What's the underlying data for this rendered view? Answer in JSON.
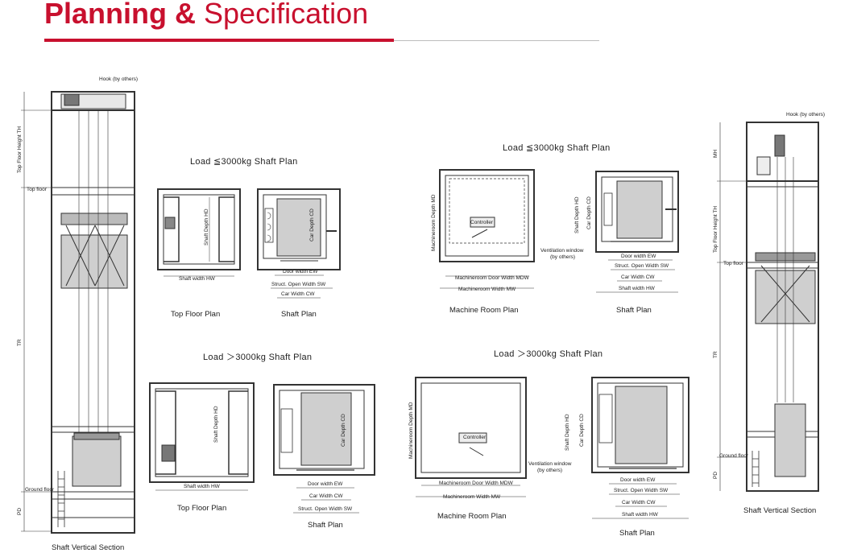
{
  "header": {
    "title_bold": "Planning &",
    "title_light": "Specification"
  },
  "colors": {
    "accent": "#c8102e",
    "line": "#333333",
    "fill": "#c8c8c8"
  },
  "left_section": {
    "hook": "Hook (by others)",
    "th": "Top Floor Height  TH",
    "top_floor": "Top floor",
    "tr": "TR",
    "ground_floor": "Ground floor",
    "pd": "PD",
    "caption": "Shaft Vertical Section"
  },
  "right_section": {
    "hook": "Hook (by others)",
    "mh": "MH",
    "th": "Top Floor Height  TH",
    "top_floor": "Top floor",
    "tr": "TR",
    "ground_floor": "Ground floor",
    "pd": "PD",
    "caption": "Shaft Vertical Section"
  },
  "heading_le_left": "Load ≦3000kg Shaft Plan",
  "heading_le_right": "Load ≦3000kg Shaft Plan",
  "heading_gt_left": "Load ＞3000kg Shaft Plan",
  "heading_gt_right": "Load ＞3000kg Shaft Plan",
  "labels": {
    "shaft_depth_hd": "Shaft Depth HD",
    "shaft_width_hw": "Shaft width HW",
    "car_depth_cd": "Car Depth CD",
    "door_width_ew": "Door width EW",
    "struct_open_width_sw": "Struct. Open Width SW",
    "car_width_cw": "Car Width CW",
    "machineroom_depth_md": "Machineroom Depth MD",
    "controller": "Controller",
    "ventilation_window": "Ventilation window",
    "by_others": "(by others)",
    "machineroom_door_width_mdw": "Machineroom Door Width MDW",
    "machineroom_width_mw": "Machineroom Width MW"
  },
  "captions": {
    "top_floor_plan": "Top Floor Plan",
    "shaft_plan": "Shaft Plan",
    "machine_room_plan": "Machine Room Plan"
  }
}
